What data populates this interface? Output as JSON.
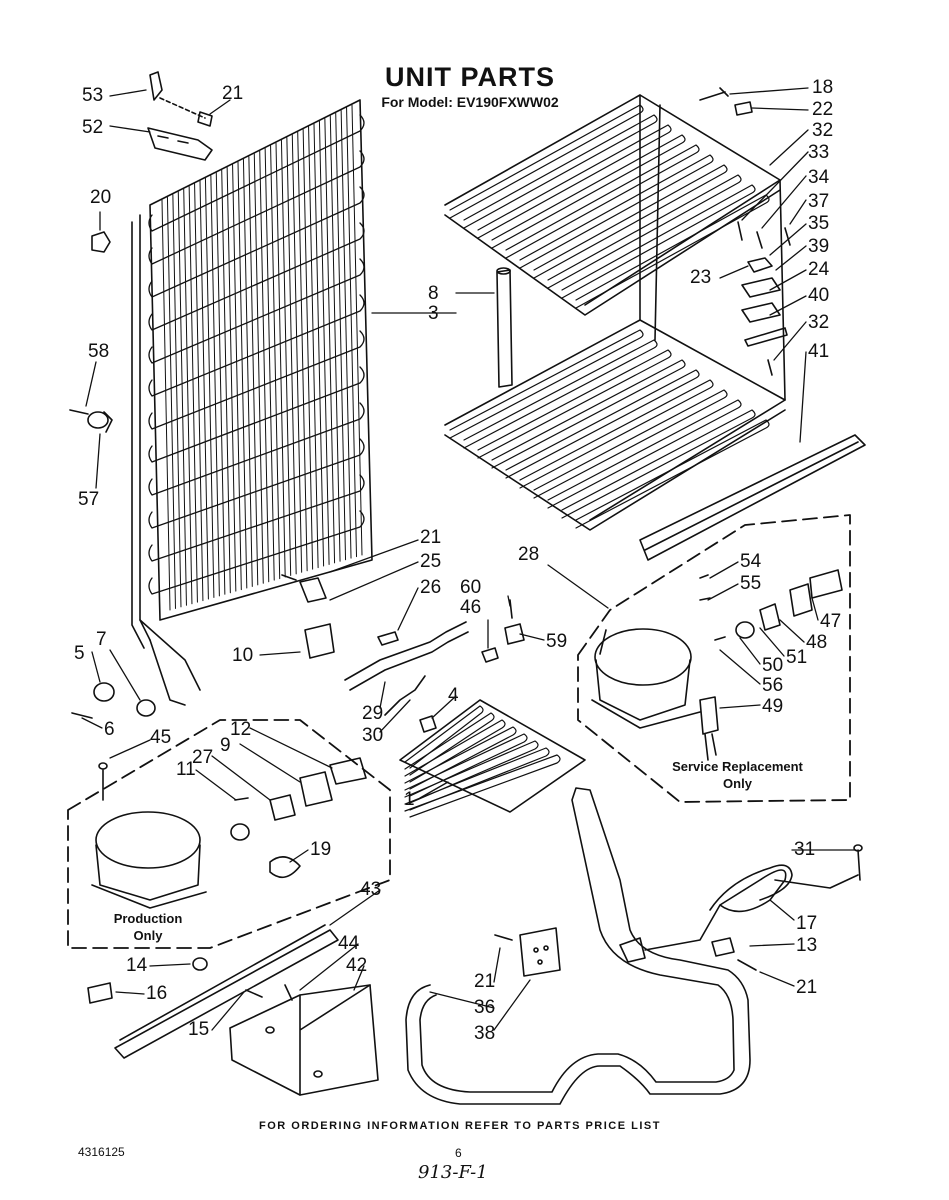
{
  "header": {
    "title": "UNIT PARTS",
    "model": "For Model: EV190FXWW02"
  },
  "labels": [
    "53",
    "21",
    "52",
    "20",
    "58",
    "57",
    "18",
    "22",
    "32",
    "33",
    "34",
    "37",
    "35",
    "39",
    "24",
    "40",
    "32",
    "41",
    "23",
    "8",
    "3",
    "21",
    "25",
    "26",
    "60",
    "46",
    "59",
    "28",
    "54",
    "55",
    "47",
    "48",
    "51",
    "50",
    "56",
    "49",
    "10",
    "29",
    "30",
    "4",
    "5",
    "7",
    "6",
    "45",
    "12",
    "9",
    "27",
    "11",
    "19",
    "1",
    "31",
    "17",
    "13",
    "21",
    "43",
    "44",
    "42",
    "14",
    "16",
    "15",
    "21",
    "36",
    "38"
  ],
  "notes": {
    "service": [
      "Service Replacement",
      "Only"
    ],
    "production": [
      "Production",
      "Only"
    ]
  },
  "footer": {
    "ordering": "FOR ORDERING INFORMATION REFER TO PARTS PRICE LIST",
    "doc_number": "4316125",
    "page_number": "6",
    "handwritten": "913-F-1"
  }
}
